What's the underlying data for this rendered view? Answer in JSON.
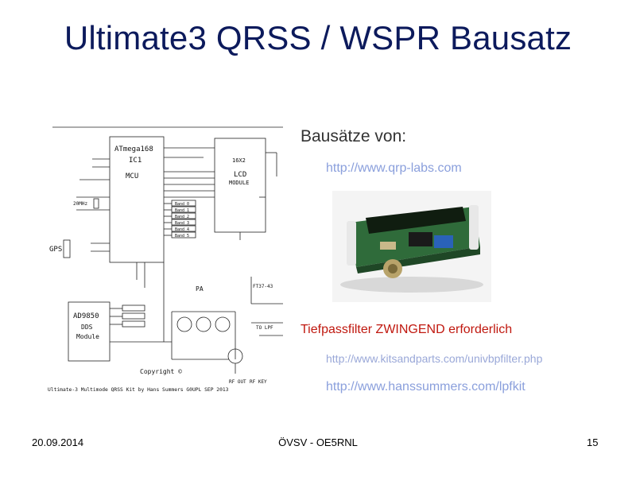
{
  "slide": {
    "title": "Ultimate3  QRSS / WSPR Bausatz",
    "heading": "Bausätze von:",
    "link_qrp": "http://www.qrp-labs.com",
    "warning": "Tiefpassfilter ZWINGEND erforderlich",
    "link_kitsandparts": "http://www.kitsandparts.com/univbpfilter.php",
    "link_hanssummers": "http://www.hanssummers.com/lpfkit"
  },
  "schematic": {
    "caption": "Ultimate-3 Multimode QRSS Kit by Hans Summers G0UPL SEP 2013",
    "ic1_name": "IC1",
    "ic1_part": "ATmega168",
    "ic1_mcu": "MCU",
    "lcd_part": "16X2",
    "lcd_label": "LCD",
    "lcd_module": "MODULE",
    "dds_part": "AD9850",
    "dds_label": "DDS",
    "dds_module": "Module",
    "gps_label": "GPS",
    "pa_label": "PA",
    "copyright": "Copyright ©",
    "xtal": "20MHz",
    "band_labels": [
      "Band 0",
      "Band 1",
      "Band 2",
      "Band 3",
      "Band 4",
      "Band 5"
    ],
    "filter_label": "FT37-43",
    "lpf_label": "TO LPF",
    "rf_out": "RF OUT",
    "rf_key": "RF KEY"
  },
  "footer": {
    "date": "20.09.2014",
    "org": "ÖVSV - OE5RNL",
    "page": "15"
  }
}
